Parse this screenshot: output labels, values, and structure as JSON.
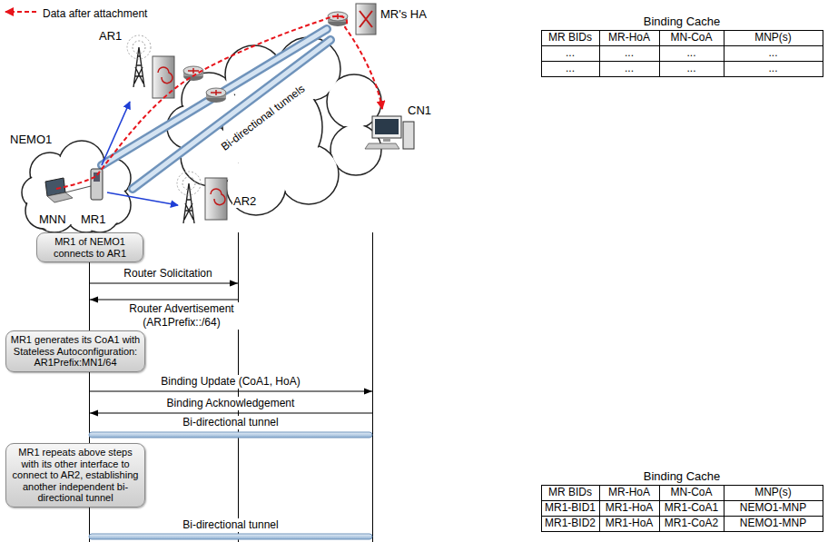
{
  "diagram": {
    "nodes": [
      {
        "text": [
          "MR1 of NEMO1 connects to AR1"
        ]
      },
      {
        "text": [
          "MR1 generates its CoA1 with Stateless Autoconfiguration: AR1Prefix:MN1/64"
        ]
      },
      {
        "text": [
          "MR1 repeats above steps with its other interface to connect to AR2, establishing another independent bi-directional tunnel"
        ]
      }
    ],
    "labels": [
      "MR's HA",
      "AR1",
      "Bi-directional tunnels",
      "NEMO1",
      "CN1",
      "MNN",
      "MR1",
      "AR2",
      "Router Solicitation",
      "Router Advertisement (AR1Prefix::/64)",
      "Binding Update (CoA1, HoA)",
      "Binding Acknowledgement",
      "Bi-directional tunnel",
      "Bi-directional tunnel",
      "Binding Cache",
      "MR BIDs",
      "MR-HoA",
      "MN-CoA",
      "MNP(s)",
      "...",
      "...",
      "...",
      "...",
      "...",
      "...",
      "...",
      "...",
      "Binding Cache",
      "MR BIDs",
      "MR-HoA",
      "MN-CoA",
      "MNP(s)",
      "MR1-BID1",
      "MR1-HoA",
      "MR1-CoA1",
      "NEMO1-MNP",
      "MR1-BID2",
      "MR1-HoA",
      "MR1-CoA2",
      "NEMO1-MNP"
    ],
    "legend": [
      {
        "text": "Data after attachment"
      }
    ]
  }
}
